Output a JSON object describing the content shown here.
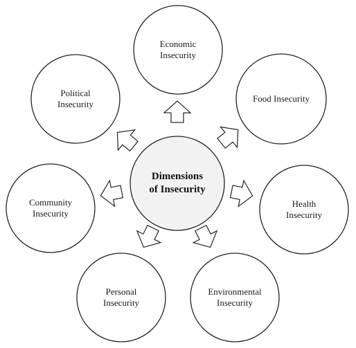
{
  "center": {
    "label": "Dimensions\nof Insecurity",
    "fill": "#f2f2f2"
  },
  "dimensions": [
    {
      "label": "Economic\nInsecurity"
    },
    {
      "label": "Food Insecurity"
    },
    {
      "label": "Health\nInsecurity"
    },
    {
      "label": "Environmental\nInsecurity"
    },
    {
      "label": "Personal\nInsecurity"
    },
    {
      "label": "Community\nInsecurity"
    },
    {
      "label": "Political\nInsecurity"
    }
  ],
  "colors": {
    "stroke": "#222222",
    "node_fill": "#ffffff",
    "arrow_fill": "#ffffff"
  }
}
